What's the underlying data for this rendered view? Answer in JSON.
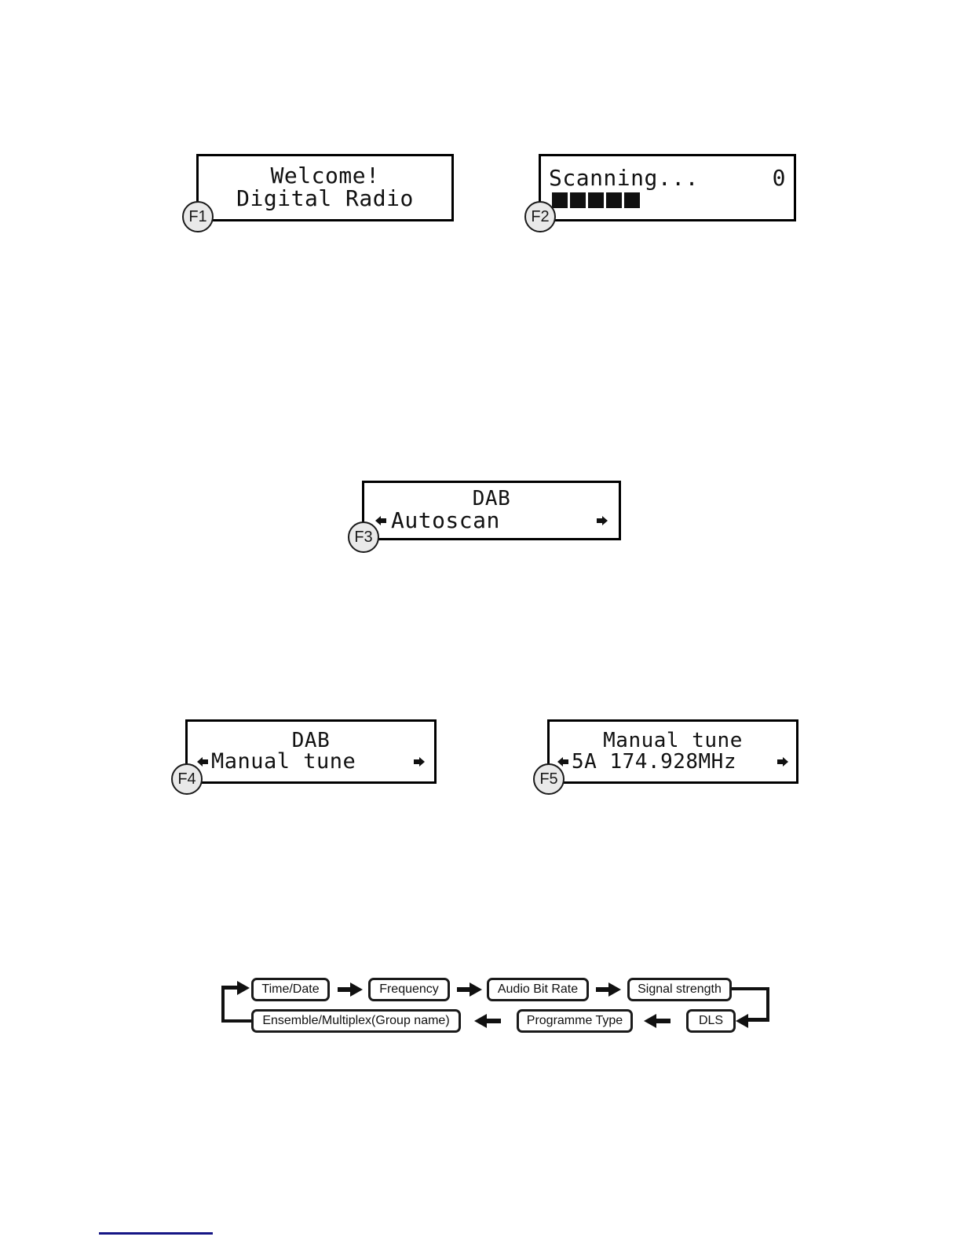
{
  "figures": [
    {
      "id": "F1",
      "label": "F1",
      "lines": [
        "Welcome!",
        "Digital Radio"
      ],
      "align": "center"
    },
    {
      "id": "F2",
      "label": "F2",
      "lines": [
        "Scanning...",
        "0"
      ],
      "title": "Scanning...",
      "count": "0",
      "progress_blocks": 5,
      "align": "left"
    },
    {
      "id": "F3",
      "label": "F3",
      "title": "DAB",
      "value": "Autoscan",
      "left_marker": "left-arrow-icon",
      "right_marker": "right-arrow-icon"
    },
    {
      "id": "F4",
      "label": "F4",
      "title": "DAB",
      "value": "Manual tune",
      "left_marker": "left-arrow-icon",
      "right_marker": "right-arrow-icon"
    },
    {
      "id": "F5",
      "label": "F5",
      "title": "Manual tune",
      "value": "5A 174.928MHz",
      "left_marker": "left-arrow-icon",
      "right_marker": "right-arrow-icon"
    }
  ],
  "flow": {
    "top_row": [
      "Time/Date",
      "Frequency",
      "Audio Bit Rate",
      "Signal strength"
    ],
    "bottom_row": [
      "Ensemble/Multiplex(Group name)",
      "Programme Type",
      "DLS"
    ],
    "arrows": [
      "right",
      "right",
      "right",
      "left",
      "left"
    ]
  },
  "colors": {
    "ink": "#111111",
    "panel_border": "#000000",
    "bubble_fill": "#e9e9e9",
    "footer_rule": "#151585"
  }
}
